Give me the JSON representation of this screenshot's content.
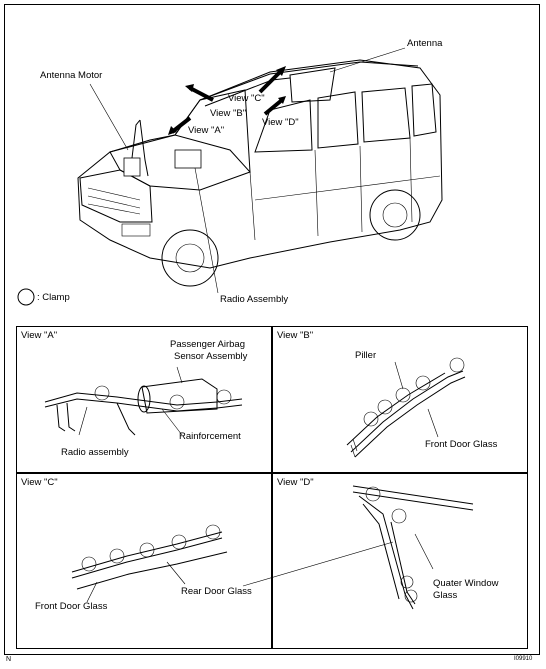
{
  "main": {
    "labels": {
      "antenna": "Antenna",
      "antenna_motor": "Antenna Motor",
      "view_c": "View \"C\"",
      "view_b": "View \"B\"",
      "view_a": "View \"A\"",
      "view_d": "View \"D\"",
      "radio_assembly": "Radio Assembly"
    },
    "legend": {
      "clamp": ": Clamp"
    }
  },
  "panels": {
    "a": {
      "title": "View \"A\"",
      "passenger_airbag": "Passenger Airbag",
      "sensor_assembly": "Sensor Assembly",
      "rainforcement": "Rainforcement",
      "radio_assembly": "Radio assembly"
    },
    "b": {
      "title": "View \"B\"",
      "piller": "Piller",
      "front_door_glass": "Front Door Glass"
    },
    "c": {
      "title": "View \"C\"",
      "rear_door_glass": "Rear Door Glass",
      "front_door_glass": "Front Door Glass"
    },
    "d": {
      "title": "View \"D\"",
      "quater_window": "Quater  Window",
      "glass": "Glass"
    }
  },
  "footer": {
    "left": "N",
    "right": "I09910"
  }
}
